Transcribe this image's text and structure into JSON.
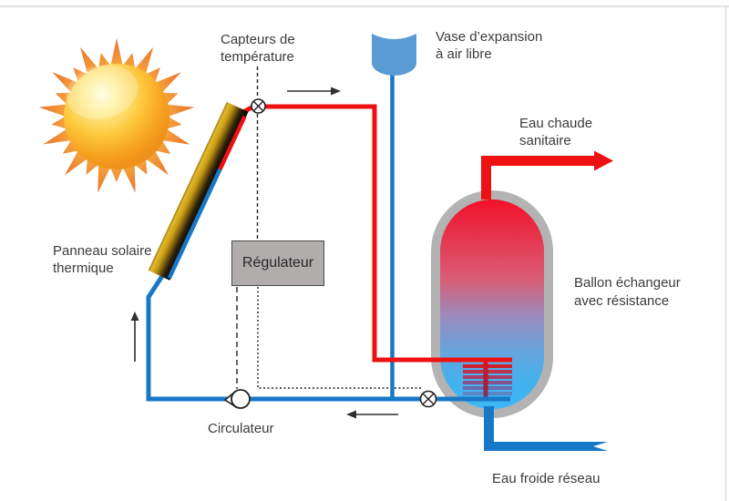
{
  "labels": {
    "capteurs": "Capteurs de\ntempérature",
    "vase": "Vase d’expansion\nà air libre",
    "eau_chaude": "Eau chaude\nsanitaire",
    "panneau": "Panneau solaire\nthermique",
    "regulateur": "Régulateur",
    "ballon": "Ballon échangeur\navec résistance",
    "circulateur": "Circulateur",
    "eau_froide": "Eau froide réseau"
  },
  "colors": {
    "pipe_red": "#ee1111",
    "pipe_blue": "#1878c8",
    "vessel_blue": "#5b9bd5",
    "tank_border": "#b3b3b3",
    "tank_top": "#f2112a",
    "tank_bottom": "#3fb6f4",
    "reg_fill": "#b1adad",
    "reg_border": "#4a4a4a",
    "text": "#3b3b3b",
    "sun_ray_in": "#f5a43c",
    "sun_ray_out": "#e8692a",
    "line_dark": "#2f2f2f",
    "hairline": "#d9d9d9"
  }
}
